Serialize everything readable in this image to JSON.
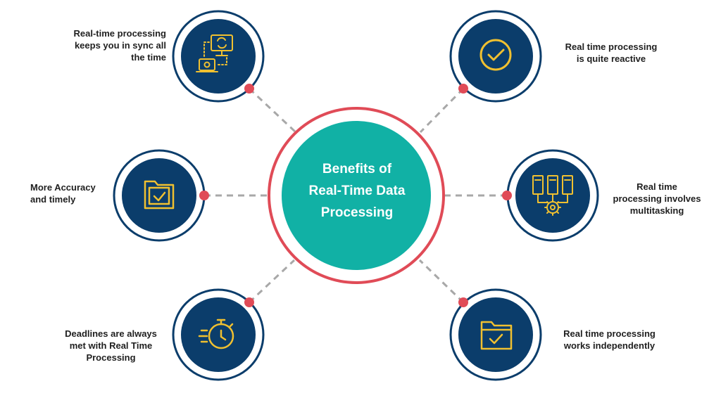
{
  "center": {
    "title_line1": "Benefits of",
    "title_line2": "Real-Time Data",
    "title_line3": "Processing"
  },
  "colors": {
    "navy": "#0b3d6b",
    "teal": "#11b1a5",
    "accent_red": "#e04b57",
    "icon_gold": "#f0c030",
    "connector_gray": "#a8a8a8"
  },
  "benefits": [
    {
      "icon": "sync-devices-icon",
      "line1": "Real-time processing",
      "line2": "keeps you in sync all",
      "line3": "the time"
    },
    {
      "icon": "checkmark-circle-icon",
      "line1": "Real time processing",
      "line2": "is quite reactive"
    },
    {
      "icon": "folder-check-icon",
      "line1": "More Accuracy",
      "line2": "and timely"
    },
    {
      "icon": "servers-gear-icon",
      "line1": "Real time",
      "line2": "processing involves",
      "line3": "multitasking"
    },
    {
      "icon": "stopwatch-icon",
      "line1": "Deadlines are always",
      "line2": "met with Real Time",
      "line3": "Processing"
    },
    {
      "icon": "folder-checklist-icon",
      "line1": "Real time processing",
      "line2": "works independently"
    }
  ]
}
